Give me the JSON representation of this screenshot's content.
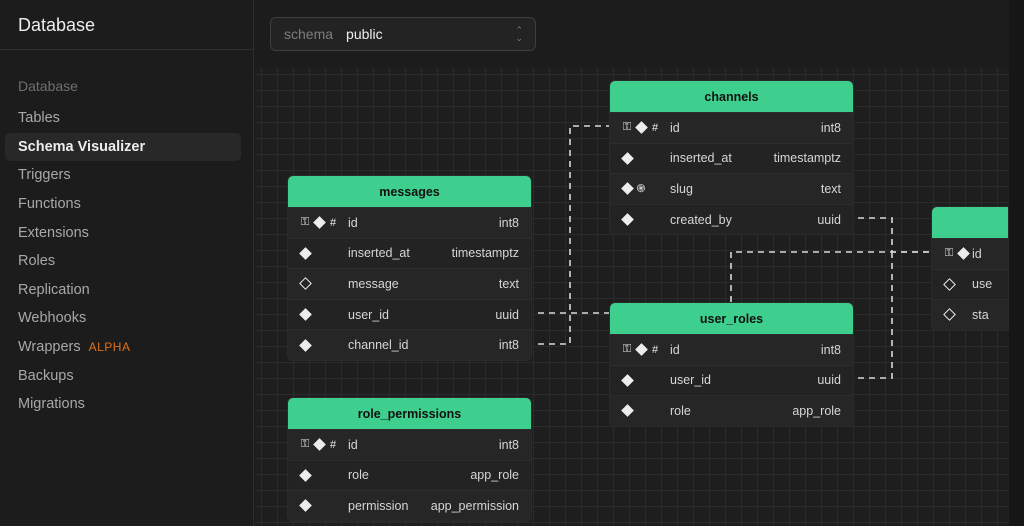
{
  "sidebar": {
    "title": "Database",
    "section": "Database",
    "items": [
      {
        "label": "Tables"
      },
      {
        "label": "Schema Visualizer",
        "active": true
      },
      {
        "label": "Triggers"
      },
      {
        "label": "Functions"
      },
      {
        "label": "Extensions"
      },
      {
        "label": "Roles"
      },
      {
        "label": "Replication"
      },
      {
        "label": "Webhooks"
      },
      {
        "label": "Wrappers",
        "badge": "ALPHA"
      },
      {
        "label": "Backups"
      },
      {
        "label": "Migrations"
      }
    ]
  },
  "schema_select": {
    "label": "schema",
    "value": "public"
  },
  "colors": {
    "accent": "#3ecf8e",
    "badge": "#e0701a",
    "background": "#1c1c1c"
  },
  "tables": {
    "channels": {
      "name": "channels",
      "columns": [
        {
          "name": "id",
          "type": "int8",
          "icons": [
            "key-icon",
            "diamond-filled-icon",
            "hash-icon"
          ]
        },
        {
          "name": "inserted_at",
          "type": "timestamptz",
          "icons": [
            "diamond-filled-icon"
          ]
        },
        {
          "name": "slug",
          "type": "text",
          "icons": [
            "diamond-filled-icon",
            "fingerprint-icon"
          ]
        },
        {
          "name": "created_by",
          "type": "uuid",
          "icons": [
            "diamond-filled-icon"
          ]
        }
      ]
    },
    "messages": {
      "name": "messages",
      "columns": [
        {
          "name": "id",
          "type": "int8",
          "icons": [
            "key-icon",
            "diamond-filled-icon",
            "hash-icon"
          ]
        },
        {
          "name": "inserted_at",
          "type": "timestamptz",
          "icons": [
            "diamond-filled-icon"
          ]
        },
        {
          "name": "message",
          "type": "text",
          "icons": [
            "diamond-outline-icon"
          ]
        },
        {
          "name": "user_id",
          "type": "uuid",
          "icons": [
            "diamond-filled-icon"
          ]
        },
        {
          "name": "channel_id",
          "type": "int8",
          "icons": [
            "diamond-filled-icon"
          ]
        }
      ]
    },
    "user_roles": {
      "name": "user_roles",
      "columns": [
        {
          "name": "id",
          "type": "int8",
          "icons": [
            "key-icon",
            "diamond-filled-icon",
            "hash-icon"
          ]
        },
        {
          "name": "user_id",
          "type": "uuid",
          "icons": [
            "diamond-filled-icon"
          ]
        },
        {
          "name": "role",
          "type": "app_role",
          "icons": [
            "diamond-filled-icon"
          ]
        }
      ]
    },
    "role_permissions": {
      "name": "role_permissions",
      "columns": [
        {
          "name": "id",
          "type": "int8",
          "icons": [
            "key-icon",
            "diamond-filled-icon",
            "hash-icon"
          ]
        },
        {
          "name": "role",
          "type": "app_role",
          "icons": [
            "diamond-filled-icon"
          ]
        },
        {
          "name": "permission",
          "type": "app_permission",
          "icons": [
            "diamond-filled-icon"
          ]
        }
      ]
    },
    "partial": {
      "columns": [
        {
          "name": "id",
          "icons": [
            "key-icon",
            "diamond-filled-icon"
          ]
        },
        {
          "name": "use",
          "icons": [
            "diamond-outline-icon"
          ]
        },
        {
          "name": "sta",
          "icons": [
            "diamond-outline-icon"
          ]
        }
      ]
    }
  }
}
